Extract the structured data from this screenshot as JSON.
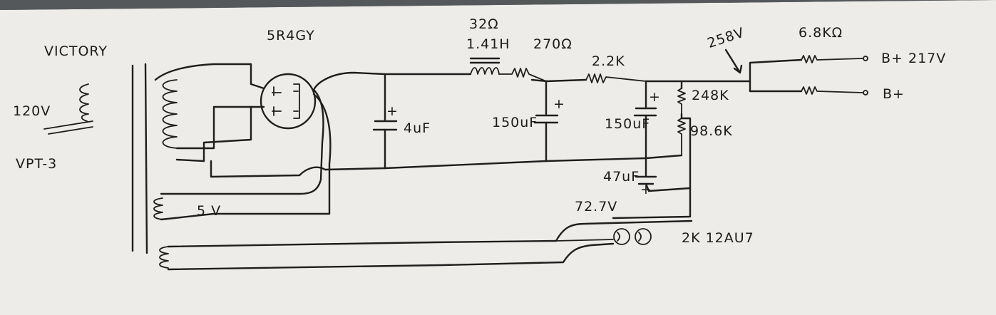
{
  "transformer": {
    "brand": "VICTORY",
    "primary_voltage": "120V",
    "model": "VPT-3",
    "filament_label": "5 V"
  },
  "rectifier": {
    "tube": "5R4GY"
  },
  "filter": {
    "cap1": "4uF",
    "choke_resistance": "32Ω",
    "choke_inductance": "1.41H",
    "series_resistor": "270Ω",
    "cap2": "150uF",
    "dropping_resistor": "2.2K",
    "cap3": "150uF"
  },
  "divider": {
    "r_top": "248K",
    "r_bottom": "98.6K",
    "bypass_cap": "47uF",
    "bias_voltage": "72.7V"
  },
  "output": {
    "node_voltage": "258V",
    "series_resistor": "6.8KΩ",
    "bplus_1": "B+ 217V",
    "bplus_2": "B+"
  },
  "heater": {
    "resistor_note": "2K 12AU7"
  },
  "colors": {
    "paper": "#eeece8",
    "ink": "#1e1e1e",
    "table": "#5f6468"
  }
}
